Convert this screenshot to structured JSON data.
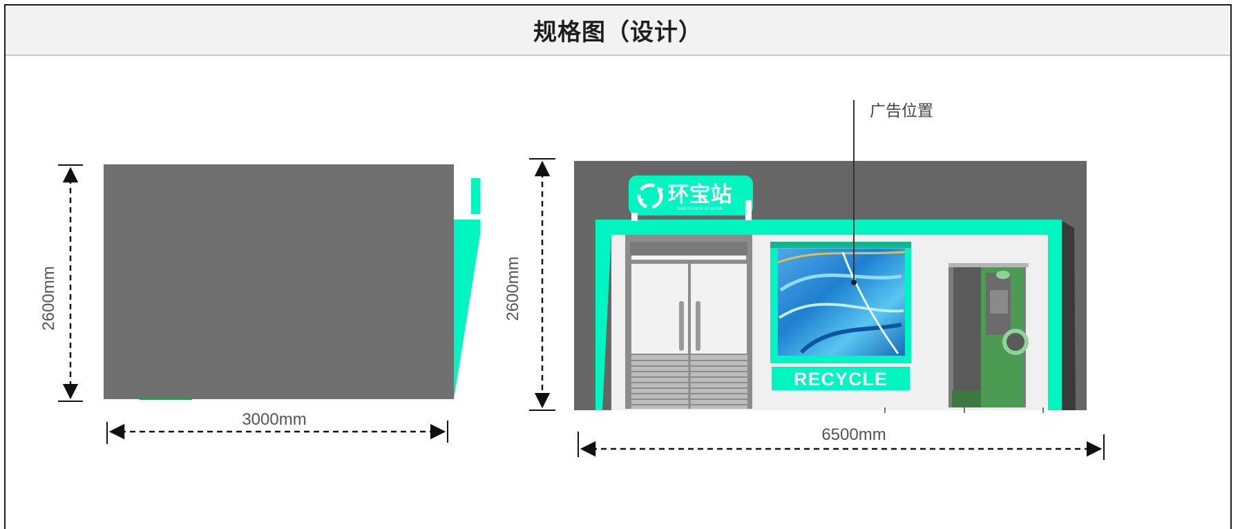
{
  "title": "规格图（设计）",
  "side_view": {
    "height_label": "2600mm",
    "width_label": "3000mm"
  },
  "front_view": {
    "height_label": "2600mm",
    "width_label": "6500mm",
    "callout_label": "广告位置",
    "sign_main": "环宝站",
    "sign_sub": "SANITATION STATION",
    "banner_text": "RECYCLE"
  },
  "colors": {
    "accent": "#00f5c0",
    "wall": "#6e6e6e",
    "frame_border": "#1a1a1a",
    "title_bg": "#f2f2f2"
  }
}
